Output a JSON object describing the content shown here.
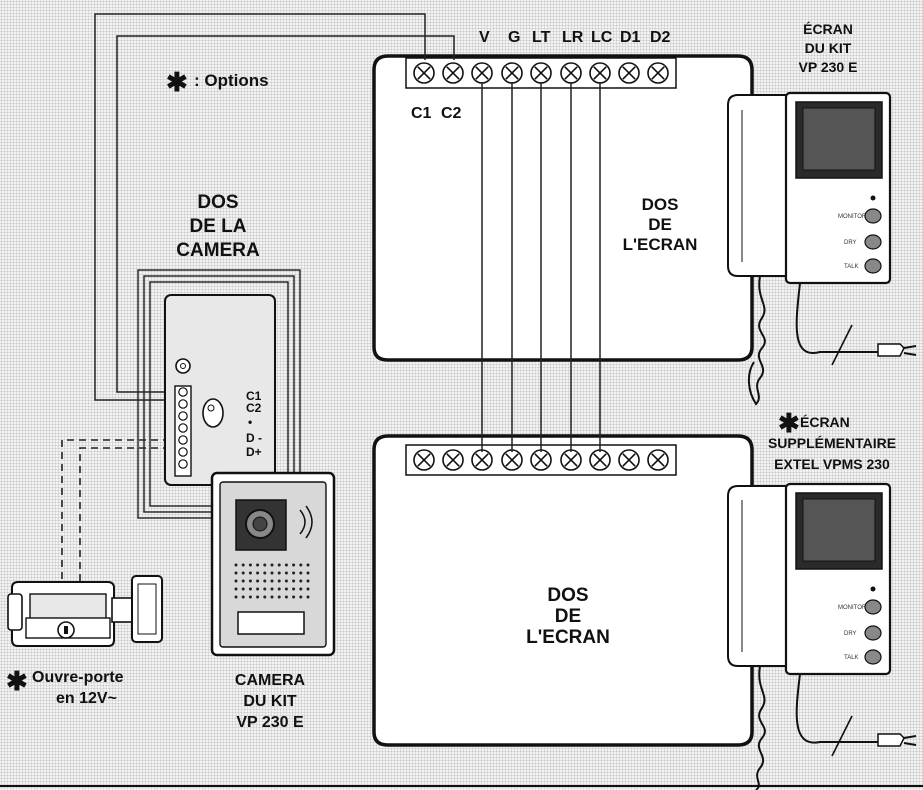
{
  "legend": {
    "star": "✱",
    "text": ": Options"
  },
  "terminals": {
    "top_labels": [
      "V",
      "G",
      "LT",
      "LR",
      "LC",
      "D1",
      "D2"
    ],
    "bottom_labels": [
      "C1",
      "C2"
    ]
  },
  "screen_back_top": {
    "line1": "DOS",
    "line2": "DE",
    "line3": "L'ECRAN"
  },
  "screen_back_bottom": {
    "line1": "DOS",
    "line2": "DE",
    "line3": "L'ECRAN"
  },
  "camera_back": {
    "line1": "DOS",
    "line2": "DE LA",
    "line3": "CAMERA"
  },
  "camera_terminals": [
    "C1",
    "C2",
    "•",
    "D -",
    "D+"
  ],
  "kit_screen": {
    "line1": "ÉCRAN",
    "line2": "DU KIT",
    "line3": "VP 230 E"
  },
  "extra_screen": {
    "star": "✱",
    "line1": "ÉCRAN",
    "line2": "SUPPLÉMENTAIRE",
    "line3": "EXTEL VPMS 230"
  },
  "door_opener": {
    "star": "✱",
    "line1": "Ouvre-porte",
    "line2": "en 12V~"
  },
  "kit_camera": {
    "line1": "CAMERA",
    "line2": "DU KIT",
    "line3": "VP 230 E"
  },
  "monitor_buttons": [
    "MONITOR",
    "DRY",
    "TALK"
  ]
}
